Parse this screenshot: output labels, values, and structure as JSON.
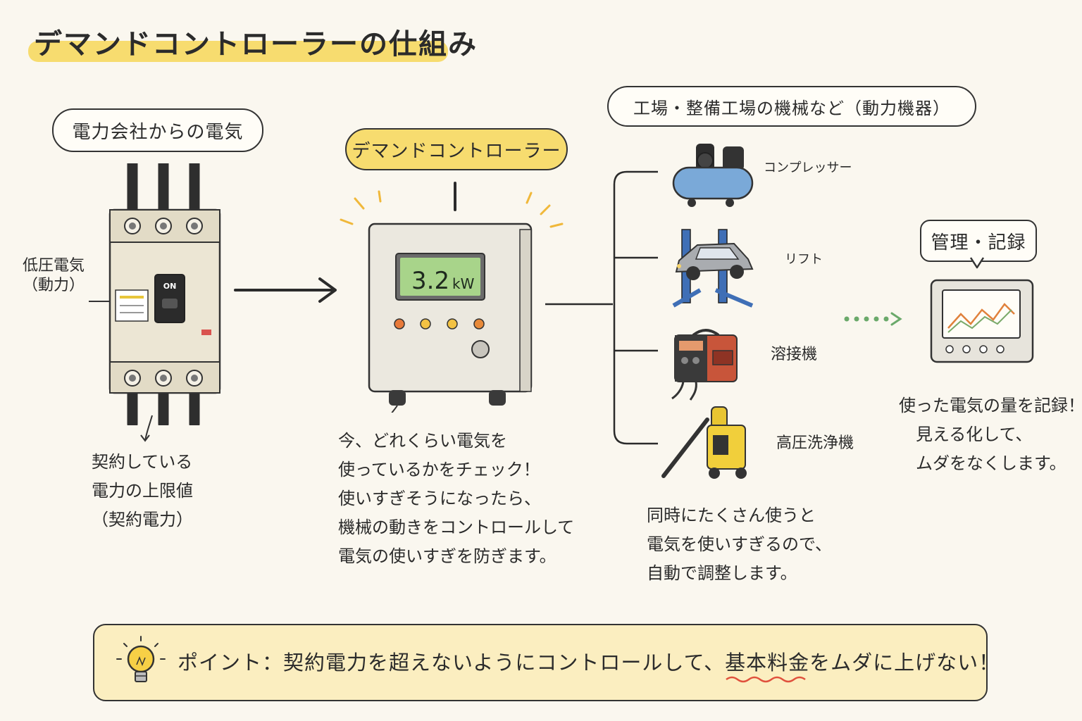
{
  "title": "デマンドコントローラーの仕組み",
  "source": {
    "label": "電力会社からの電気"
  },
  "breaker": {
    "side_label_lines": [
      "低圧電気",
      "（動力）"
    ],
    "switch_text": "ON",
    "note_lines": [
      "契約している",
      "電力の上限値",
      "（契約電力）"
    ]
  },
  "controller": {
    "label": "デマンドコントローラー",
    "display_value": "3.2",
    "display_unit": "kW",
    "desc_lines": [
      "今、どれくらい電気を",
      "使っているかをチェック！",
      "使いすぎそうになったら、",
      "機械の動きをコントロールして",
      "電気の使いすぎを防ぎます。"
    ]
  },
  "machines": {
    "header": "工場・整備工場の機械など（動力機器）",
    "items": [
      {
        "label": "コンプレッサー"
      },
      {
        "label": "リフト"
      },
      {
        "label": "溶接機"
      },
      {
        "label": "高圧洗浄機"
      }
    ],
    "desc_lines": [
      "同時にたくさん使うと",
      "電気を使いすぎるので、",
      "自動で調整します。"
    ]
  },
  "record": {
    "label": "管理・記録",
    "desc_lines": [
      "使った電気の量を記録！",
      "見える化して、",
      "ムダをなくします。"
    ]
  },
  "point": {
    "prefix": "ポイント：",
    "text_before": "契約電力を超えないようにコントロールして、",
    "highlight": "基本料金",
    "text_after": "をムダに上げない！"
  },
  "colors": {
    "highlight": "#f7dc6f",
    "point_bg": "#fbeec0",
    "display_green": "#a8d48a",
    "dotted_arrow": "#6aa96a",
    "wavy_underline": "#e0503c"
  },
  "icons": [
    "lightbulb-icon",
    "arrow-right-icon",
    "dotted-arrow-icon"
  ]
}
